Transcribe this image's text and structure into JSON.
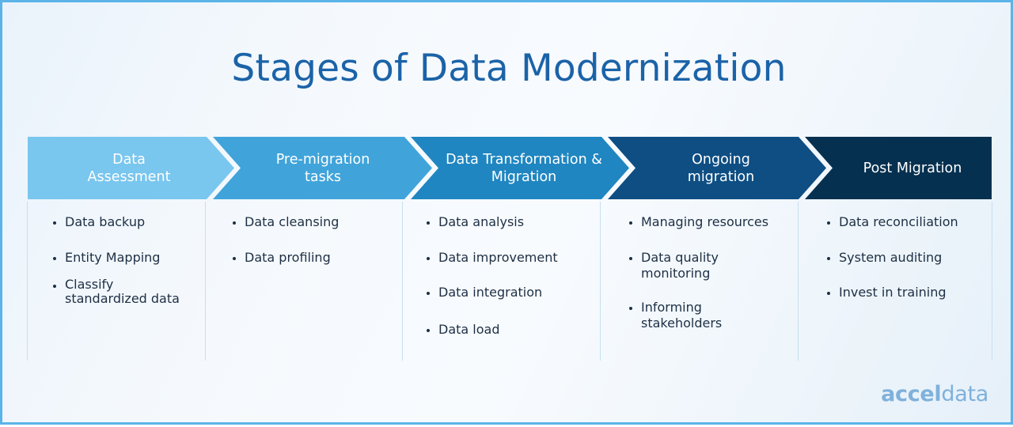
{
  "title": "Stages of Data Modernization",
  "colors": {
    "title": "#1b63a8",
    "frame_border": "#5bb4e8",
    "stage_1": "#79c6ee",
    "stage_2": "#40a4da",
    "stage_3": "#1f86c1",
    "stage_4": "#0e4e83",
    "stage_5": "#06304f",
    "bullet_text": "#1d2f44",
    "logo": "#7fb1db"
  },
  "stages": [
    {
      "label": "Data Assessment",
      "items": [
        "Data backup",
        "Entity Mapping",
        "Classify standardized data"
      ]
    },
    {
      "label": "Pre-migration tasks",
      "items": [
        "Data cleansing",
        "Data profiling"
      ]
    },
    {
      "label": "Data Transformation & Migration",
      "items": [
        "Data analysis",
        "Data improvement",
        "Data integration",
        "Data load"
      ]
    },
    {
      "label": "Ongoing migration",
      "items": [
        "Managing resources",
        "Data quality monitoring",
        "Informing stakeholders"
      ]
    },
    {
      "label": "Post Migration",
      "items": [
        "Data reconciliation",
        "System auditing",
        "Invest in training"
      ]
    }
  ],
  "logo": {
    "bold": "accel",
    "regular": "data"
  }
}
